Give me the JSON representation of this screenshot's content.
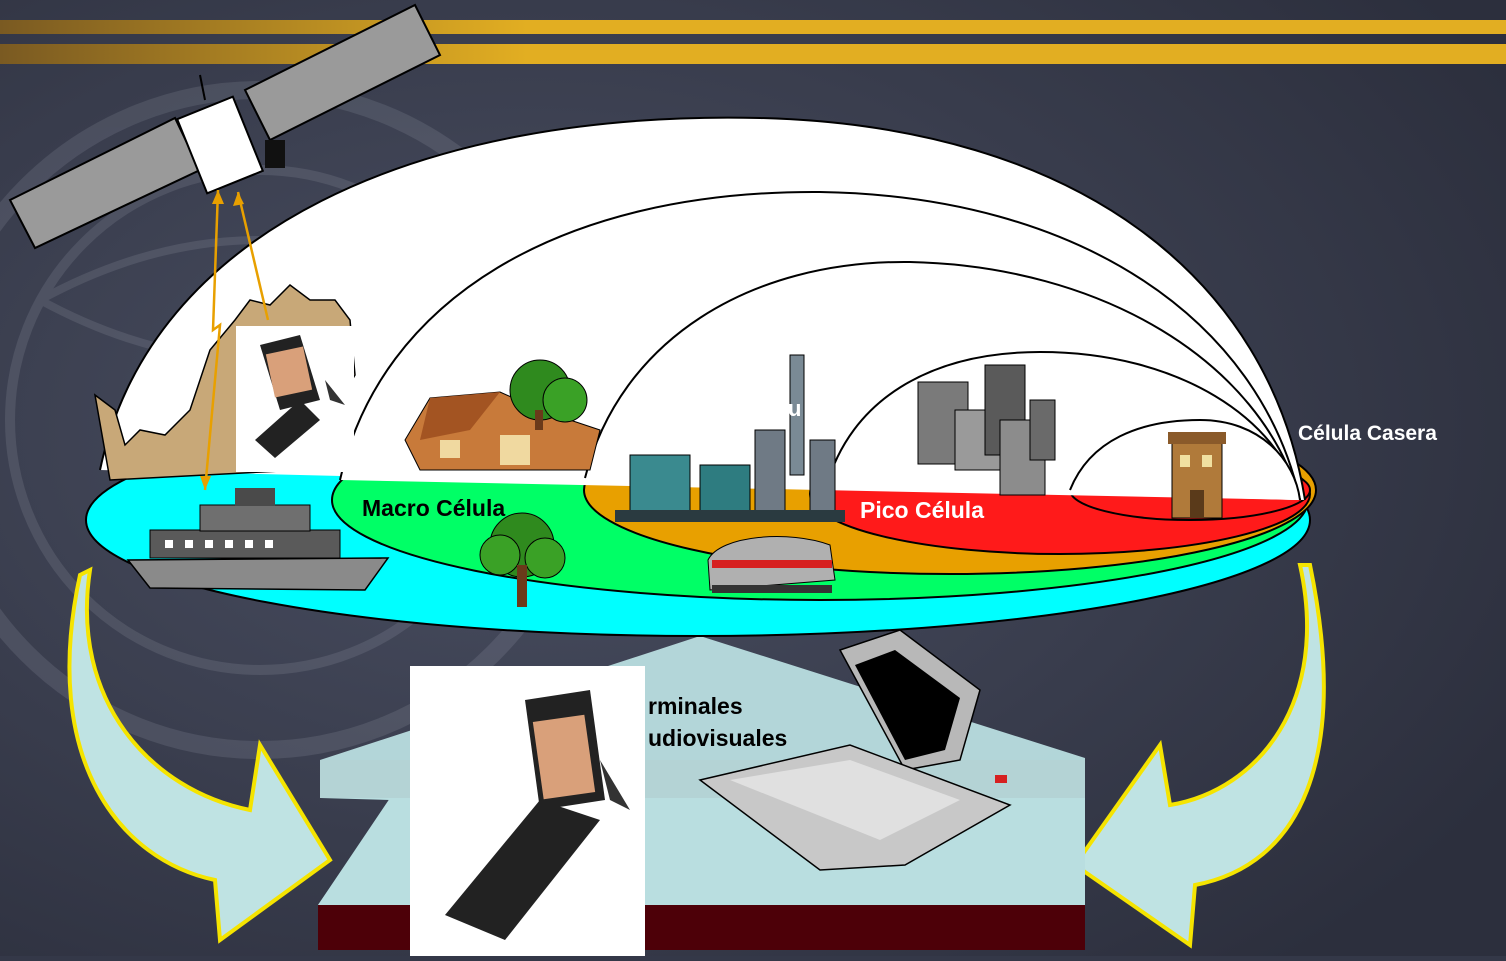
{
  "labels": {
    "macro_cell": "Macro Célula",
    "micro_cell_partial": "u",
    "pico_cell": "Pico Célula",
    "home_cell": "Célula Casera",
    "terminals_line1": "rminales",
    "terminals_line2": "udiovisuales"
  },
  "colors": {
    "background": "#343848",
    "top_band": "#d9a420",
    "outer_disk": "#00ffff",
    "macro_disk": "#00ff66",
    "micro_disk": "#e8a000",
    "pico_disk": "#ff1a1a",
    "dome": "#ffffff",
    "platform_top": "#b9dee0",
    "platform_side": "#4d0008",
    "curved_arrow": "#bfe3e3",
    "arrow_outline": "#f5e400",
    "signal_line": "#e8a000"
  },
  "icons": [
    "satellite-icon",
    "mountain-icon",
    "phone-icon",
    "ship-icon",
    "house-icon",
    "tree-icon",
    "factory-icon",
    "train-icon",
    "skyscrapers-icon",
    "small-house-icon",
    "laptop-icon"
  ]
}
